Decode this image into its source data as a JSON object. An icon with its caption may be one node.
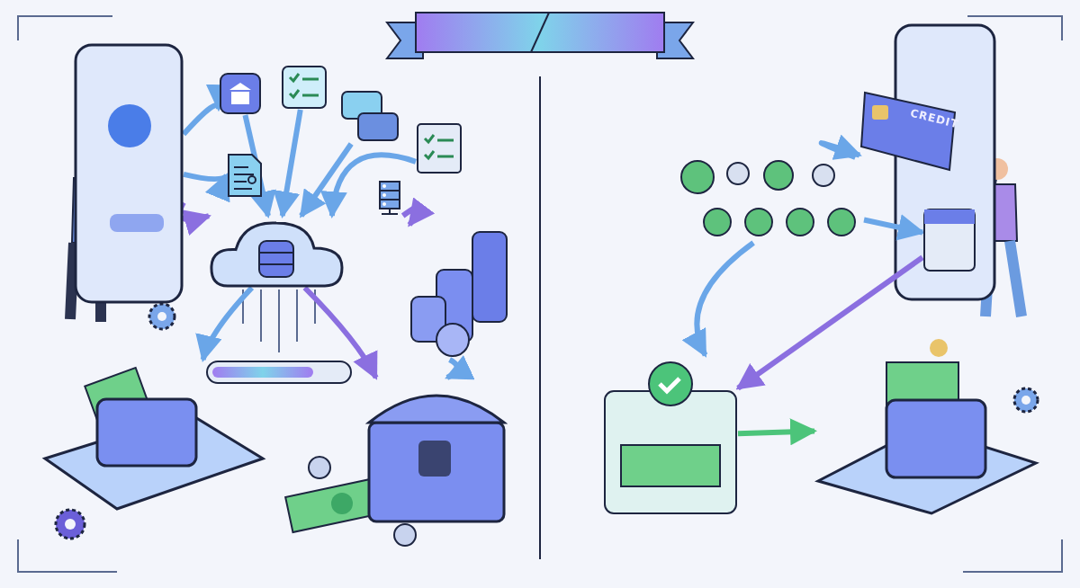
{
  "diagram": {
    "nodes": [
      {
        "text": [],
        "shape": "picture"
      },
      {
        "text": [],
        "shape": "picture"
      },
      {
        "text": [],
        "shape": "picture"
      },
      {
        "text": [],
        "shape": "picture"
      },
      {
        "text": [],
        "shape": "picture"
      },
      {
        "text": [],
        "shape": "picture"
      },
      {
        "text": [],
        "shape": "picture"
      },
      {
        "text": [],
        "shape": "cloud"
      },
      {
        "text": [],
        "shape": "picture"
      },
      {
        "text": [],
        "shape": "picture"
      },
      {
        "text": [],
        "shape": "picture"
      },
      {
        "text": [
          "CREDIT"
        ]
      },
      {
        "text": [],
        "shape": "picture"
      },
      {
        "text": [],
        "shape": "picture"
      },
      {
        "text": [],
        "shape": "picture"
      },
      {
        "text": [],
        "shape": "picture"
      }
    ],
    "edges": [
      {
        "from": 0,
        "to": 1,
        "arrow": "to"
      },
      {
        "from": 0,
        "to": 5,
        "arrow": "to"
      },
      {
        "from": 0,
        "to": 7,
        "arrow": "to",
        "color": "#8b6fe0"
      },
      {
        "from": 1,
        "to": 7,
        "arrow": "to"
      },
      {
        "from": 2,
        "to": 7,
        "arrow": "to"
      },
      {
        "from": 3,
        "to": 7,
        "arrow": "to"
      },
      {
        "from": 4,
        "to": 7,
        "arrow": "to"
      },
      {
        "from": 6,
        "to": 8,
        "arrow": "to",
        "color": "#8b6fe0"
      },
      {
        "from": 7,
        "to": 9,
        "arrow": "to"
      },
      {
        "from": 7,
        "to": 10,
        "arrow": "to",
        "color": "#8b6fe0"
      },
      {
        "from": 8,
        "to": 10,
        "arrow": "to"
      },
      {
        "from": 12,
        "to": 11,
        "arrow": "to"
      },
      {
        "from": 12,
        "to": 13,
        "arrow": "to"
      },
      {
        "from": 12,
        "to": 14,
        "arrow": "to"
      },
      {
        "from": 13,
        "to": 14,
        "arrow": "to",
        "color": "#8b6fe0"
      },
      {
        "from": 14,
        "to": 15,
        "arrow": "to",
        "color": "#4cc47a"
      }
    ]
  }
}
